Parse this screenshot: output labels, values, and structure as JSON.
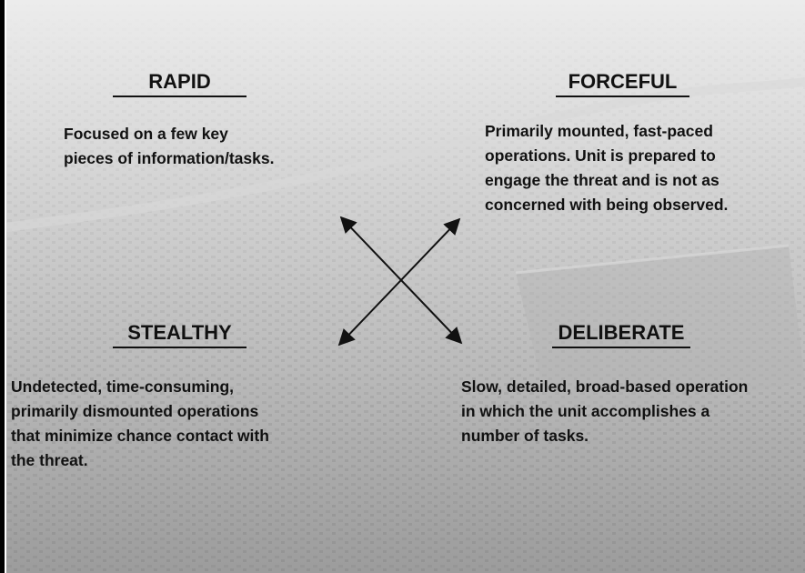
{
  "quadrants": {
    "rapid": {
      "title": "RAPID",
      "description": "Focused on a few key\npieces of information/tasks."
    },
    "forceful": {
      "title": "FORCEFUL",
      "description": "Primarily mounted, fast-paced\noperations. Unit is prepared to\nengage the threat and is not as\nconcerned with being observed."
    },
    "stealthy": {
      "title": "STEALTHY",
      "description": "Undetected, time-consuming,\nprimarily dismounted operations\nthat minimize chance contact with\nthe threat."
    },
    "deliberate": {
      "title": "DELIBERATE",
      "description": "Slow, detailed, broad-based operation\nin which the unit accomplishes a\nnumber of tasks."
    }
  },
  "colors": {
    "text": "#111111",
    "background_top": "#ececec",
    "background_bottom": "#9c9c9c"
  }
}
